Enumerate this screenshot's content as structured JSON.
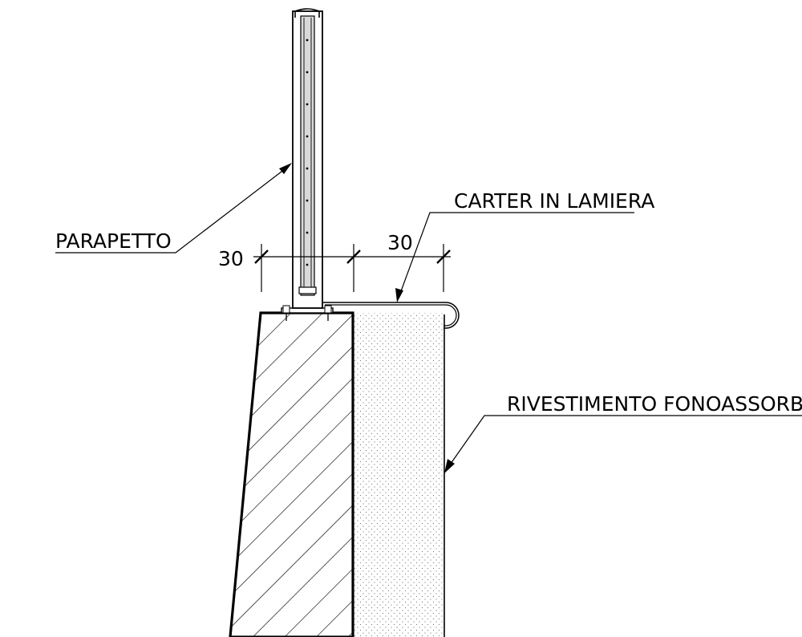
{
  "labels": {
    "parapetto": "PARAPETTO",
    "carter": "CARTER IN LAMIERA",
    "rivestimento": "RIVESTIMENTO FONOASSORBENTE"
  },
  "dimensions": {
    "left": "30",
    "right": "30"
  }
}
